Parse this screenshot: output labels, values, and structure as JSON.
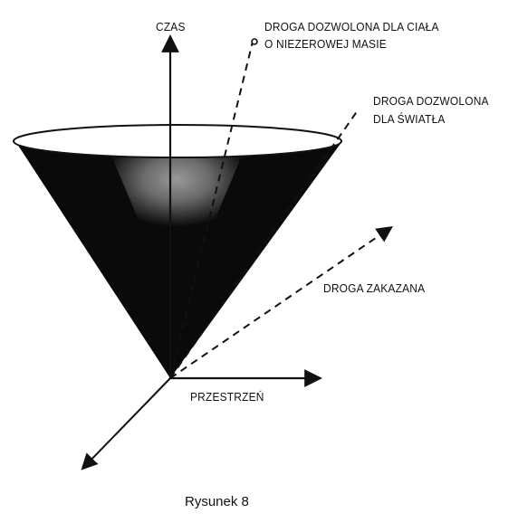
{
  "diagram": {
    "labels": {
      "time_axis": "CZAS",
      "space_axis": "PRZESTRZEŃ",
      "massive_path_line1": "DROGA DOZWOLONA DLA CIAŁA",
      "massive_path_line2": "O NIEZEROWEJ MASIE",
      "light_path_line1": "DROGA DOZWOLONA",
      "light_path_line2": "DLA ŚWIATŁA",
      "forbidden_path": "DROGA ZAKAZANA"
    },
    "caption": "Rysunek 8",
    "colors": {
      "cone_fill": "#0a0a0a",
      "cone_rim_fill": "#ffffff",
      "cone_inner_glow": "#bdbdbd",
      "ink": "#111111"
    }
  }
}
